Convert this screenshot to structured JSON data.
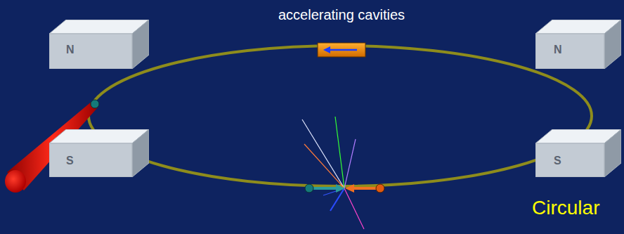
{
  "diagram": {
    "nodes": [
      {
        "text": [
          "accelerating cavities"
        ]
      },
      {
        "text": [
          "N"
        ]
      },
      {
        "text": [
          "N"
        ]
      },
      {
        "text": [
          "S"
        ]
      },
      {
        "text": [
          "S"
        ]
      }
    ],
    "labels": [
      "Circular"
    ]
  }
}
